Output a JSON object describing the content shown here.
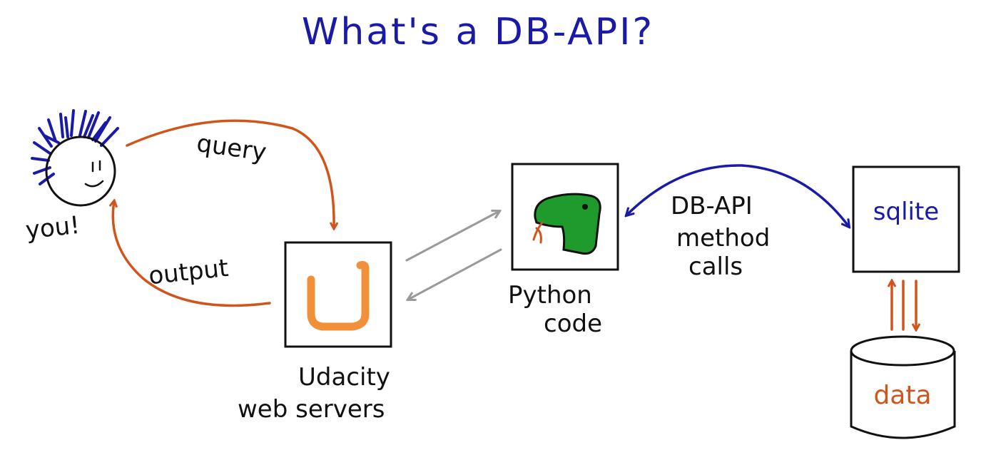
{
  "title": "What's a DB-API?",
  "nodes": {
    "you": {
      "label": "you!"
    },
    "udacity": {
      "icon_letter": "U",
      "label_line1": "Udacity",
      "label_line2": "web servers"
    },
    "python": {
      "label_line1": "Python",
      "label_line2": "code"
    },
    "sqlite": {
      "label": "sqlite"
    },
    "data": {
      "label": "data"
    }
  },
  "edges": {
    "query": "query",
    "output": "output",
    "dbapi_line1": "DB-API",
    "dbapi_line2": "method",
    "dbapi_line3": "calls"
  },
  "colors": {
    "title": "#1a1aa8",
    "orange": "#d2541d",
    "blue": "#1a1aa8",
    "grey": "#9a9a9a",
    "snake_green": "#1f9a2c",
    "udacity_orange": "#f0913a"
  }
}
